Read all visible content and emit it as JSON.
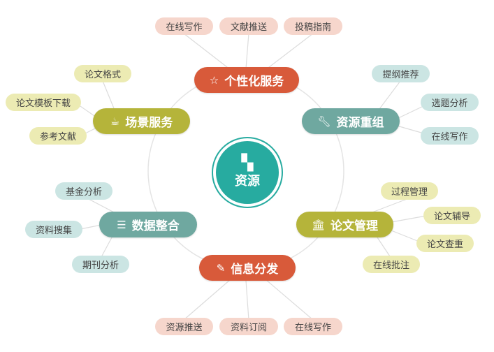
{
  "center": {
    "label": "资源",
    "icon": "apps-icon"
  },
  "nodes": {
    "personal": {
      "label": "个性化服务",
      "icon": "stars-icon",
      "children": [
        "在线写作",
        "文献推送",
        "投稿指南"
      ]
    },
    "reorg": {
      "label": "资源重组",
      "icon": "wrench-icon",
      "children": [
        "提纲推荐",
        "选题分析",
        "在线写作"
      ]
    },
    "paper": {
      "label": "论文管理",
      "icon": "bank-icon",
      "children": [
        "过程管理",
        "论文辅导",
        "论文查重",
        "在线批注"
      ]
    },
    "distribute": {
      "label": "信息分发",
      "icon": "pencil-icon",
      "children": [
        "资源推送",
        "资料订阅",
        "在线写作"
      ]
    },
    "data": {
      "label": "数据整合",
      "icon": "database-icon",
      "children": [
        "基金分析",
        "资料搜集",
        "期刊分析"
      ]
    },
    "scene": {
      "label": "场景服务",
      "icon": "coffee-icon",
      "children": [
        "论文格式",
        "论文模板下载",
        "参考文献"
      ]
    }
  },
  "colors": {
    "red": "#d85a3a",
    "teal": "#6fa8a0",
    "olive": "#b5b43a",
    "center": "#27aba0"
  }
}
